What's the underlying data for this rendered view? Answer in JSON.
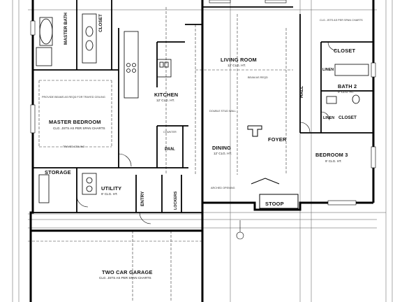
{
  "rooms": {
    "master_bath": {
      "name": "MASTER BATH"
    },
    "closet_master": {
      "name": "CLOSET"
    },
    "living_room": {
      "name": "LIVING ROOM",
      "ceiling": "12' CLG. HT."
    },
    "closet_right": {
      "name": "CLOSET"
    },
    "linen_top": {
      "name": "LINEN"
    },
    "hall": {
      "name": "HALL"
    },
    "bath2": {
      "name": "BATH 2",
      "ceiling": "9' CLG. HT."
    },
    "linen_mid": {
      "name": "LINEN"
    },
    "closet_mid": {
      "name": "CLOSET"
    },
    "kitchen": {
      "name": "KITCHEN",
      "ceiling": "12' CLG. HT."
    },
    "master_bedroom": {
      "name": "MASTER BEDROOM",
      "ceiling": "CLG. JSTS AS PER SPAN CHARTS"
    },
    "pantry": {
      "name": "PAN."
    },
    "dining": {
      "name": "DINING",
      "ceiling": "12' CLG. HT."
    },
    "foyer": {
      "name": "FOYER"
    },
    "bedroom3": {
      "name": "BEDROOM 3",
      "ceiling": "9' CLG. HT."
    },
    "storage": {
      "name": "STORAGE"
    },
    "utility": {
      "name": "UTILITY",
      "ceiling": "9' CLG. HT."
    },
    "entry": {
      "name": "ENTRY"
    },
    "lockers": {
      "name": "LOCKERS"
    },
    "stoop": {
      "name": "STOOP"
    },
    "garage": {
      "name": "TWO CAR GARAGE",
      "ceiling": "CLG. JSTS AS PER SPAN CHARTS"
    }
  },
  "notes": {
    "beam_note": "PROVIDE BEAMS AS REQD FOR TRAYED CEILING",
    "trayed_ceiling": "TRAYED CEILING",
    "double_stud_wall": "DOUBLE STUD WALL",
    "beam_as_reqd": "BEAM AS REQD",
    "arched_opening": "ARCHED OPENING",
    "counter": "COUNTER",
    "clg_jsts": "CLG. JSTS AS PER SPAN CHARTS"
  }
}
